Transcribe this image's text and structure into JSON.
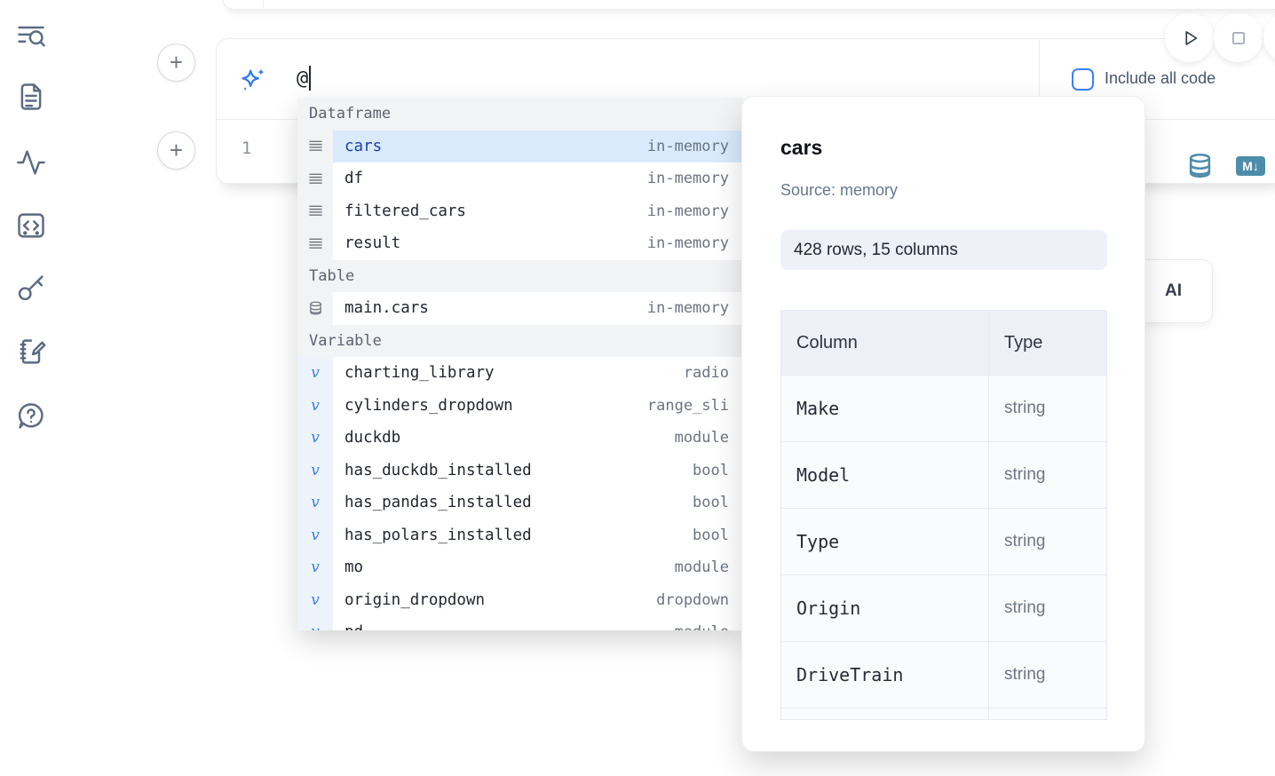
{
  "sidebar": {
    "icons": [
      "search-list",
      "document",
      "activity",
      "code-snippets",
      "key",
      "scratchpad",
      "help-chat"
    ]
  },
  "toolbar": {
    "include_all_code_label": "Include all code",
    "markdown_badge_label": "M↓"
  },
  "editor": {
    "ai_prompt_value": "@",
    "code_line_number": "1",
    "add_cell_label": "+"
  },
  "ai_generate_button": {
    "visible_label": "AI"
  },
  "autocomplete": {
    "rows": [
      {
        "kind": "header",
        "label": "Dataframe"
      },
      {
        "kind": "item",
        "icon": "dataframe",
        "name": "cars",
        "type": "in-memory",
        "selected": true
      },
      {
        "kind": "item",
        "icon": "dataframe",
        "name": "df",
        "type": "in-memory"
      },
      {
        "kind": "item",
        "icon": "dataframe",
        "name": "filtered_cars",
        "type": "in-memory"
      },
      {
        "kind": "item",
        "icon": "dataframe",
        "name": "result",
        "type": "in-memory"
      },
      {
        "kind": "header",
        "label": "Table"
      },
      {
        "kind": "item",
        "icon": "table",
        "name": "main.cars",
        "type": "in-memory"
      },
      {
        "kind": "header",
        "label": "Variable"
      },
      {
        "kind": "item",
        "icon": "variable",
        "name": "charting_library",
        "type": "radio"
      },
      {
        "kind": "item",
        "icon": "variable",
        "name": "cylinders_dropdown",
        "type": "range_sli"
      },
      {
        "kind": "item",
        "icon": "variable",
        "name": "duckdb",
        "type": "module"
      },
      {
        "kind": "item",
        "icon": "variable",
        "name": "has_duckdb_installed",
        "type": "bool"
      },
      {
        "kind": "item",
        "icon": "variable",
        "name": "has_pandas_installed",
        "type": "bool"
      },
      {
        "kind": "item",
        "icon": "variable",
        "name": "has_polars_installed",
        "type": "bool"
      },
      {
        "kind": "item",
        "icon": "variable",
        "name": "mo",
        "type": "module"
      },
      {
        "kind": "item",
        "icon": "variable",
        "name": "origin_dropdown",
        "type": "dropdown"
      },
      {
        "kind": "item",
        "icon": "variable",
        "name": "pd",
        "type": "module"
      }
    ]
  },
  "preview": {
    "title": "cars",
    "source_label": "Source: memory",
    "shape_label": "428 rows, 15 columns",
    "table": {
      "headers": [
        "Column",
        "Type"
      ],
      "rows": [
        {
          "column": "Make",
          "type": "string"
        },
        {
          "column": "Model",
          "type": "string"
        },
        {
          "column": "Type",
          "type": "string"
        },
        {
          "column": "Origin",
          "type": "string"
        },
        {
          "column": "DriveTrain",
          "type": "string"
        },
        {
          "column": "",
          "type": ""
        }
      ]
    }
  },
  "colors": {
    "accent_blue": "#3b82f6",
    "selected_row_bg": "#d9eafc",
    "steel_blue": "#4e8cab",
    "sidebar_icon": "#5c6b84"
  }
}
